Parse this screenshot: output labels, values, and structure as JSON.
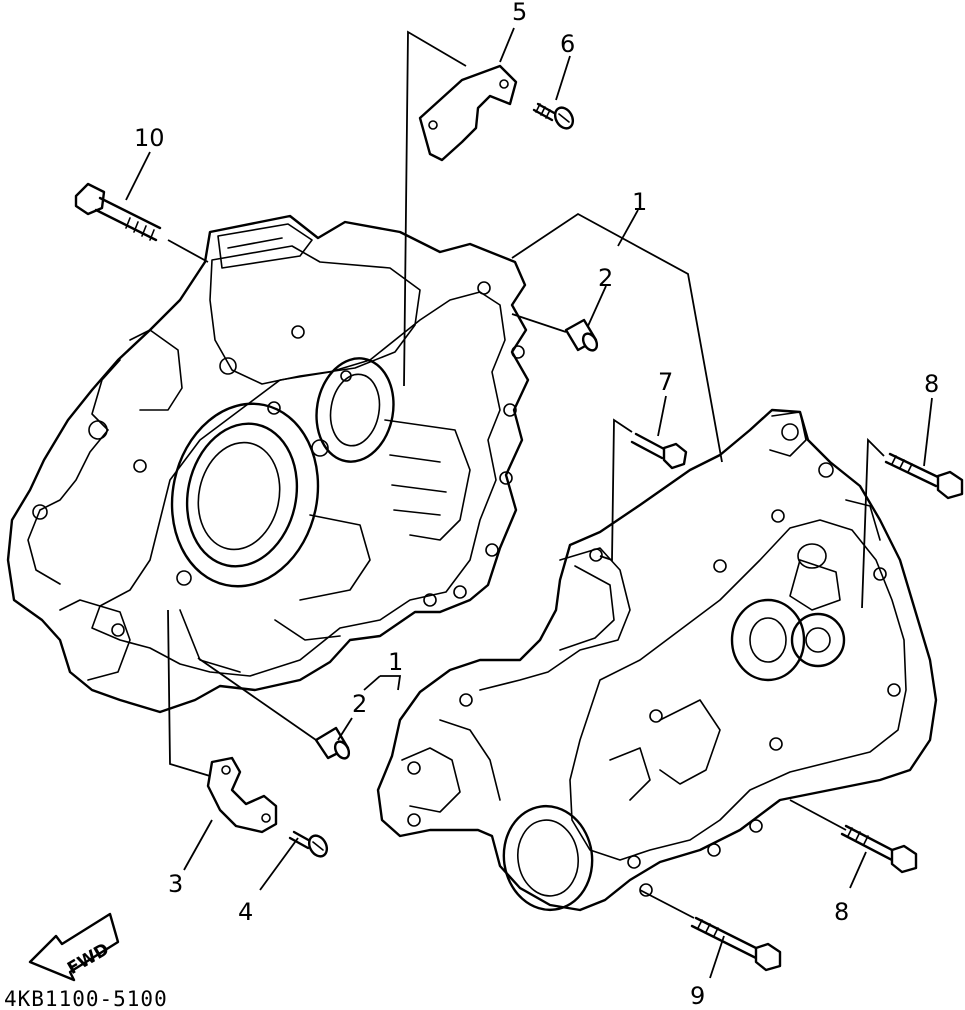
{
  "diagram": {
    "code": "4KB1100-5100",
    "direction_label": "FWD",
    "callouts": [
      "5",
      "6",
      "10",
      "1",
      "2",
      "7",
      "8",
      "1",
      "2",
      "3",
      "4",
      "8",
      "9"
    ]
  }
}
